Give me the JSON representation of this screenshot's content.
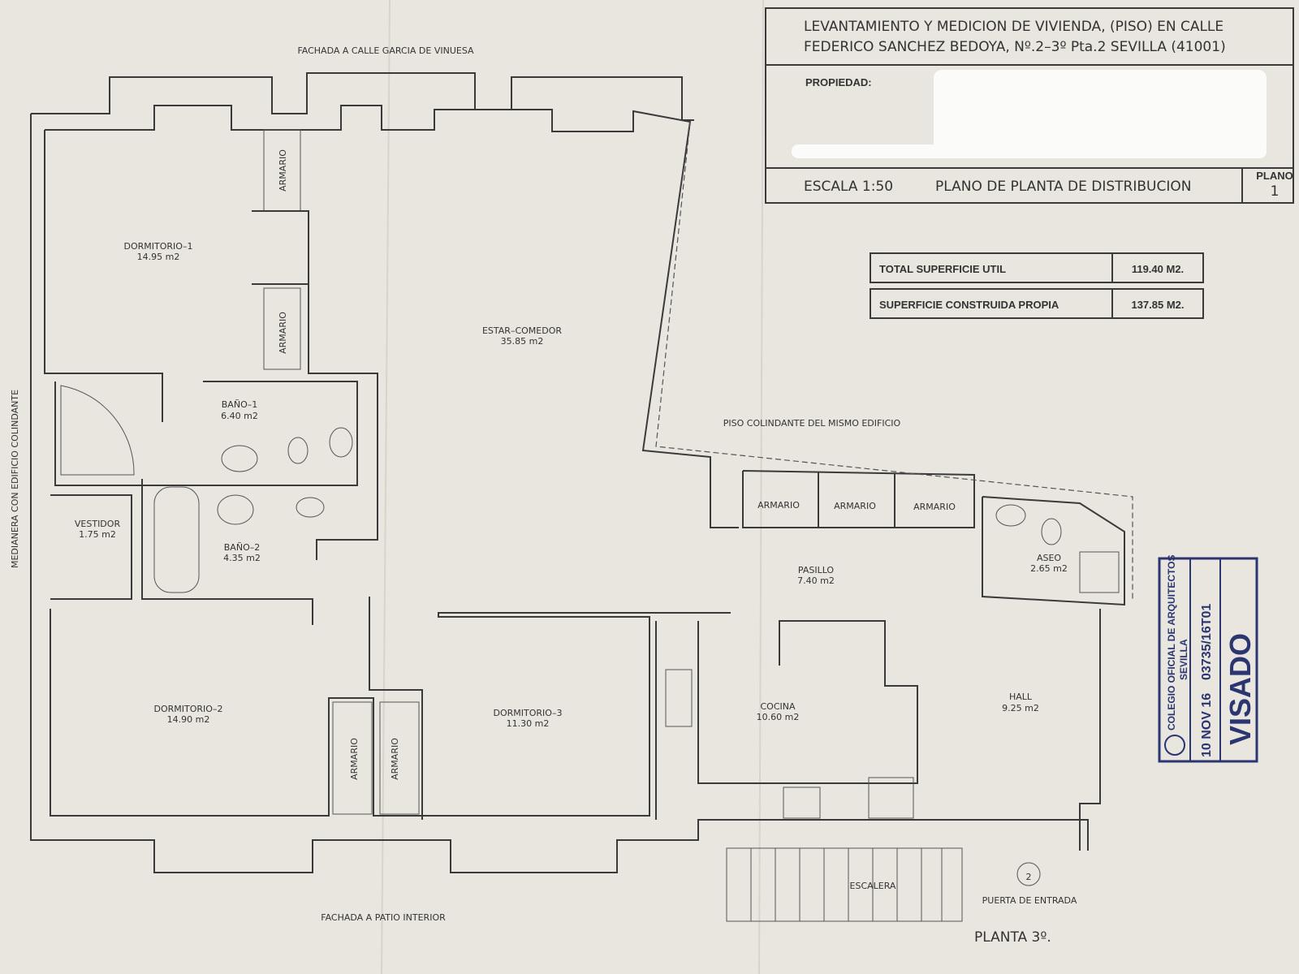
{
  "title_block": {
    "title_line1": "LEVANTAMIENTO Y MEDICION DE VIVIENDA,  (PISO)  EN CALLE",
    "title_line2": "FEDERICO SANCHEZ BEDOYA, Nº.2–3º Pta.2   SEVILLA (41001)",
    "propiedad_label": "PROPIEDAD:",
    "escala": "ESCALA 1:50",
    "plano_title": "PLANO DE PLANTA DE DISTRIBUCION",
    "plano_label": "PLANO",
    "plano_number": "1"
  },
  "surfaces": [
    {
      "label": "TOTAL SUPERFICIE UTIL",
      "value": "119.40 M2."
    },
    {
      "label": "SUPERFICIE CONSTRUIDA PROPIA",
      "value": "137.85 M2."
    }
  ],
  "annotations": {
    "facade_top": "FACHADA A CALLE GARCIA DE VINUESA",
    "facade_bottom": "FACHADA A PATIO INTERIOR",
    "side_left": "MEDIANERA CON EDIFICIO COLINDANTE",
    "neighbor": "PISO COLINDANTE DEL MISMO EDIFICIO",
    "entrance": "PUERTA DE ENTRADA",
    "entrance_number": "2",
    "floor": "PLANTA 3º.",
    "stairs": "ESCALERA",
    "armario": "ARMARIO"
  },
  "rooms": [
    {
      "name": "DORMITORIO–1",
      "area": "14.95 m2"
    },
    {
      "name": "ESTAR–COMEDOR",
      "area": "35.85 m2"
    },
    {
      "name": "BAÑO–1",
      "area": "6.40 m2"
    },
    {
      "name": "VESTIDOR",
      "area": "1.75 m2"
    },
    {
      "name": "BAÑO–2",
      "area": "4.35 m2"
    },
    {
      "name": "DORMITORIO–2",
      "area": "14.90 m2"
    },
    {
      "name": "DORMITORIO–3",
      "area": "11.30 m2"
    },
    {
      "name": "PASILLO",
      "area": "7.40 m2"
    },
    {
      "name": "ASEO",
      "area": "2.65 m2"
    },
    {
      "name": "COCINA",
      "area": "10.60 m2"
    },
    {
      "name": "HALL",
      "area": "9.25 m2"
    }
  ],
  "stamp": {
    "org_line1": "COLEGIO OFICIAL DE ARQUITECTOS",
    "org_line2": "SEVILLA",
    "date": "10 NOV 16",
    "number": "03735/16T01",
    "status": "VISADO",
    "color": "#2b3570"
  }
}
